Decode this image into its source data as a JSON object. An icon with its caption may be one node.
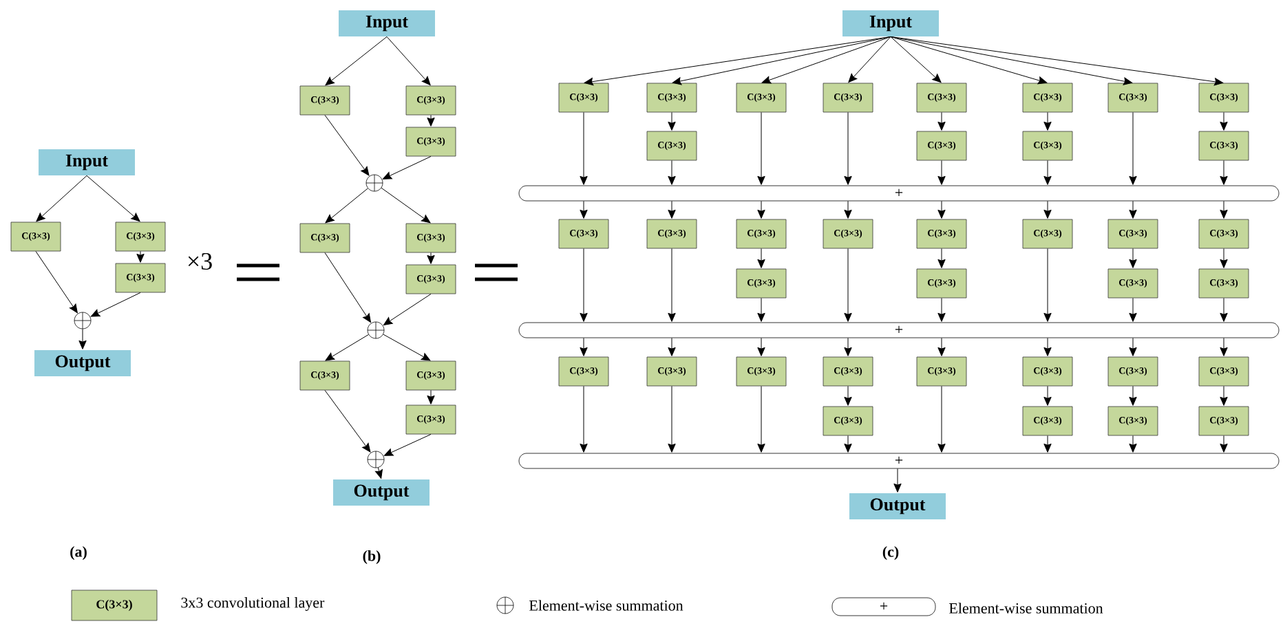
{
  "diagram": {
    "nodes": [
      {
        "text": [
          "Input"
        ]
      },
      {
        "text": [
          "C(3×3)"
        ]
      },
      {
        "text": [
          "C(3×3)"
        ]
      },
      {
        "text": [
          "C(3×3)"
        ]
      },
      {
        "text": [],
        "shape": "circle"
      },
      {
        "text": [
          "Output"
        ]
      },
      {
        "text": [
          "Input"
        ]
      },
      {
        "text": [
          "C(3×3)"
        ]
      },
      {
        "text": [
          "C(3×3)"
        ]
      },
      {
        "text": [
          "C(3×3)"
        ]
      },
      {
        "text": [],
        "shape": "circle"
      },
      {
        "text": [
          "C(3×3)"
        ]
      },
      {
        "text": [
          "C(3×3)"
        ]
      },
      {
        "text": [
          "C(3×3)"
        ]
      },
      {
        "text": [],
        "shape": "circle"
      },
      {
        "text": [
          "C(3×3)"
        ]
      },
      {
        "text": [
          "C(3×3)"
        ]
      },
      {
        "text": [
          "C(3×3)"
        ]
      },
      {
        "text": [],
        "shape": "circle"
      },
      {
        "text": [
          "Output"
        ]
      },
      {
        "text": [
          "Input"
        ]
      },
      {
        "text": [
          "C(3×3)"
        ]
      },
      {
        "text": [
          "C(3×3)"
        ]
      },
      {
        "text": [
          "C(3×3)"
        ]
      },
      {
        "text": [
          "C(3×3)"
        ]
      },
      {
        "text": [
          "C(3×3)"
        ]
      },
      {
        "text": [
          "C(3×3)"
        ]
      },
      {
        "text": [
          "C(3×3)"
        ]
      },
      {
        "text": [
          "C(3×3)"
        ]
      },
      {
        "text": [
          "C(3×3)"
        ]
      },
      {
        "text": [
          "C(3×3)"
        ]
      },
      {
        "text": [
          "C(3×3)"
        ]
      },
      {
        "text": [
          "C(3×3)"
        ]
      },
      {
        "text": [
          "+"
        ]
      },
      {
        "text": [
          "C(3×3)"
        ]
      },
      {
        "text": [
          "C(3×3)"
        ]
      },
      {
        "text": [
          "C(3×3)"
        ]
      },
      {
        "text": [
          "C(3×3)"
        ]
      },
      {
        "text": [
          "C(3×3)"
        ]
      },
      {
        "text": [
          "C(3×3)"
        ]
      },
      {
        "text": [
          "C(3×3)"
        ]
      },
      {
        "text": [
          "C(3×3)"
        ]
      },
      {
        "text": [
          "C(3×3)"
        ]
      },
      {
        "text": [
          "C(3×3)"
        ]
      },
      {
        "text": [
          "C(3×3)"
        ]
      },
      {
        "text": [
          "C(3×3)"
        ]
      },
      {
        "text": [
          "+"
        ]
      },
      {
        "text": [
          "C(3×3)"
        ]
      },
      {
        "text": [
          "C(3×3)"
        ]
      },
      {
        "text": [
          "C(3×3)"
        ]
      },
      {
        "text": [
          "C(3×3)"
        ]
      },
      {
        "text": [
          "C(3×3)"
        ]
      },
      {
        "text": [
          "C(3×3)"
        ]
      },
      {
        "text": [
          "C(3×3)"
        ]
      },
      {
        "text": [
          "C(3×3)"
        ]
      },
      {
        "text": [
          "C(3×3)"
        ]
      },
      {
        "text": [
          "C(3×3)"
        ]
      },
      {
        "text": [
          "C(3×3)"
        ]
      },
      {
        "text": [
          "C(3×3)"
        ]
      },
      {
        "text": [
          "+"
        ]
      },
      {
        "text": [
          "Output"
        ]
      }
    ],
    "edges": [
      {
        "from": 0,
        "to": 1,
        "arrow": "to"
      },
      {
        "from": 0,
        "to": 2,
        "arrow": "to"
      },
      {
        "from": 2,
        "to": 3,
        "arrow": "to"
      },
      {
        "from": 1,
        "to": 4,
        "arrow": "to"
      },
      {
        "from": 3,
        "to": 4,
        "arrow": "to"
      },
      {
        "from": 4,
        "to": 5,
        "arrow": "to"
      },
      {
        "from": 6,
        "to": 7,
        "arrow": "to"
      },
      {
        "from": 6,
        "to": 8,
        "arrow": "to"
      },
      {
        "from": 8,
        "to": 9,
        "arrow": "to"
      },
      {
        "from": 7,
        "to": 10,
        "arrow": "to"
      },
      {
        "from": 9,
        "to": 10,
        "arrow": "to"
      },
      {
        "from": 10,
        "to": 11,
        "arrow": "to"
      },
      {
        "from": 10,
        "to": 12,
        "arrow": "to"
      },
      {
        "from": 12,
        "to": 13,
        "arrow": "to"
      },
      {
        "from": 11,
        "to": 14,
        "arrow": "to"
      },
      {
        "from": 13,
        "to": 14,
        "arrow": "to"
      },
      {
        "from": 14,
        "to": 15,
        "arrow": "to"
      },
      {
        "from": 14,
        "to": 16,
        "arrow": "to"
      },
      {
        "from": 16,
        "to": 17,
        "arrow": "to"
      },
      {
        "from": 15,
        "to": 18,
        "arrow": "to"
      },
      {
        "from": 17,
        "to": 18,
        "arrow": "to"
      },
      {
        "from": 18,
        "to": 19,
        "arrow": "to"
      },
      {
        "from": 20,
        "to": 21,
        "arrow": "to"
      },
      {
        "from": 20,
        "to": 22,
        "arrow": "to"
      },
      {
        "from": 20,
        "to": 23,
        "arrow": "to"
      },
      {
        "from": 20,
        "to": 24,
        "arrow": "to"
      },
      {
        "from": 20,
        "to": 25,
        "arrow": "to"
      },
      {
        "from": 20,
        "to": 26,
        "arrow": "to"
      },
      {
        "from": 20,
        "to": 27,
        "arrow": "to"
      },
      {
        "from": 20,
        "to": 28,
        "arrow": "to"
      },
      {
        "from": 22,
        "to": 29,
        "arrow": "to"
      },
      {
        "from": 25,
        "to": 30,
        "arrow": "to"
      },
      {
        "from": 26,
        "to": 31,
        "arrow": "to"
      },
      {
        "from": 28,
        "to": 32,
        "arrow": "to"
      },
      {
        "from": 21,
        "to": 33,
        "arrow": "to"
      },
      {
        "from": 29,
        "to": 33,
        "arrow": "to"
      },
      {
        "from": 23,
        "to": 33,
        "arrow": "to"
      },
      {
        "from": 24,
        "to": 33,
        "arrow": "to"
      },
      {
        "from": 30,
        "to": 33,
        "arrow": "to"
      },
      {
        "from": 31,
        "to": 33,
        "arrow": "to"
      },
      {
        "from": 27,
        "to": 33,
        "arrow": "to"
      },
      {
        "from": 32,
        "to": 33,
        "arrow": "to"
      },
      {
        "from": 33,
        "to": 34,
        "arrow": "to"
      },
      {
        "from": 33,
        "to": 35,
        "arrow": "to"
      },
      {
        "from": 33,
        "to": 36,
        "arrow": "to"
      },
      {
        "from": 33,
        "to": 37,
        "arrow": "to"
      },
      {
        "from": 33,
        "to": 38,
        "arrow": "to"
      },
      {
        "from": 33,
        "to": 39,
        "arrow": "to"
      },
      {
        "from": 33,
        "to": 40,
        "arrow": "to"
      },
      {
        "from": 33,
        "to": 41,
        "arrow": "to"
      },
      {
        "from": 36,
        "to": 42,
        "arrow": "to"
      },
      {
        "from": 38,
        "to": 43,
        "arrow": "to"
      },
      {
        "from": 40,
        "to": 44,
        "arrow": "to"
      },
      {
        "from": 41,
        "to": 45,
        "arrow": "to"
      },
      {
        "from": 34,
        "to": 46,
        "arrow": "to"
      },
      {
        "from": 35,
        "to": 46,
        "arrow": "to"
      },
      {
        "from": 42,
        "to": 46,
        "arrow": "to"
      },
      {
        "from": 37,
        "to": 46,
        "arrow": "to"
      },
      {
        "from": 43,
        "to": 46,
        "arrow": "to"
      },
      {
        "from": 39,
        "to": 46,
        "arrow": "to"
      },
      {
        "from": 44,
        "to": 46,
        "arrow": "to"
      },
      {
        "from": 45,
        "to": 46,
        "arrow": "to"
      },
      {
        "from": 46,
        "to": 47,
        "arrow": "to"
      },
      {
        "from": 46,
        "to": 48,
        "arrow": "to"
      },
      {
        "from": 46,
        "to": 49,
        "arrow": "to"
      },
      {
        "from": 46,
        "to": 50,
        "arrow": "to"
      },
      {
        "from": 46,
        "to": 51,
        "arrow": "to"
      },
      {
        "from": 46,
        "to": 52,
        "arrow": "to"
      },
      {
        "from": 46,
        "to": 53,
        "arrow": "to"
      },
      {
        "from": 46,
        "to": 54,
        "arrow": "to"
      },
      {
        "from": 50,
        "to": 55,
        "arrow": "to"
      },
      {
        "from": 52,
        "to": 56,
        "arrow": "to"
      },
      {
        "from": 53,
        "to": 57,
        "arrow": "to"
      },
      {
        "from": 54,
        "to": 58,
        "arrow": "to"
      },
      {
        "from": 47,
        "to": 59,
        "arrow": "to"
      },
      {
        "from": 48,
        "to": 59,
        "arrow": "to"
      },
      {
        "from": 49,
        "to": 59,
        "arrow": "to"
      },
      {
        "from": 55,
        "to": 59,
        "arrow": "to"
      },
      {
        "from": 51,
        "to": 59,
        "arrow": "to"
      },
      {
        "from": 56,
        "to": 59,
        "arrow": "to"
      },
      {
        "from": 57,
        "to": 59,
        "arrow": "to"
      },
      {
        "from": 58,
        "to": 59,
        "arrow": "to"
      },
      {
        "from": 59,
        "to": 60,
        "arrow": "to"
      }
    ],
    "labels": [
      "×3",
      "(a)",
      "(b)",
      "(c)",
      "C(3×3)",
      "+"
    ],
    "legend": [
      {
        "text": "3x3 convolutional layer"
      },
      {
        "text": "Element-wise summation"
      },
      {
        "text": "Element-wise summation"
      }
    ]
  }
}
